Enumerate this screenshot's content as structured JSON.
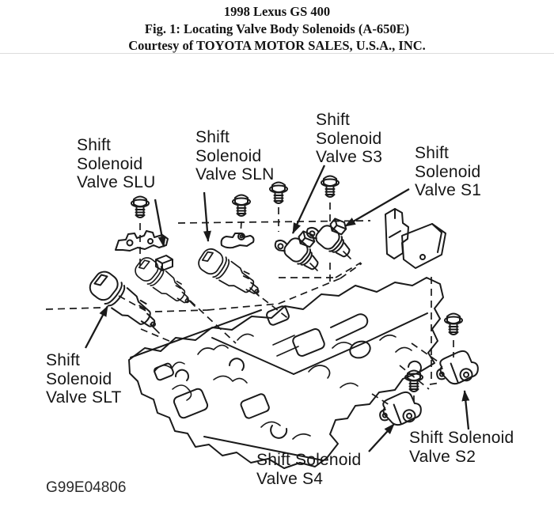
{
  "header": {
    "line1": "1998 Lexus GS 400",
    "line2": "Fig. 1: Locating Valve Body Solenoids (A-650E)",
    "line3": "Courtesy of TOYOTA MOTOR SALES, U.S.A., INC."
  },
  "figure": {
    "code": "G99E04806",
    "labels": {
      "slu": "Shift\nSolenoid\nValve SLU",
      "sln": "Shift\nSolenoid\nValve SLN",
      "s3": "Shift\nSolenoid\nValve S3",
      "s1": "Shift\nSolenoid\nValve S1",
      "slt": "Shift\nSolenoid\nValve SLT",
      "s4": "Shift Solenoid\nValve S4",
      "s2": "Shift Solenoid\nValve S2"
    }
  },
  "colors": {
    "ink": "#1a1a1a",
    "rule": "#dcdcdc",
    "background": "#ffffff"
  }
}
